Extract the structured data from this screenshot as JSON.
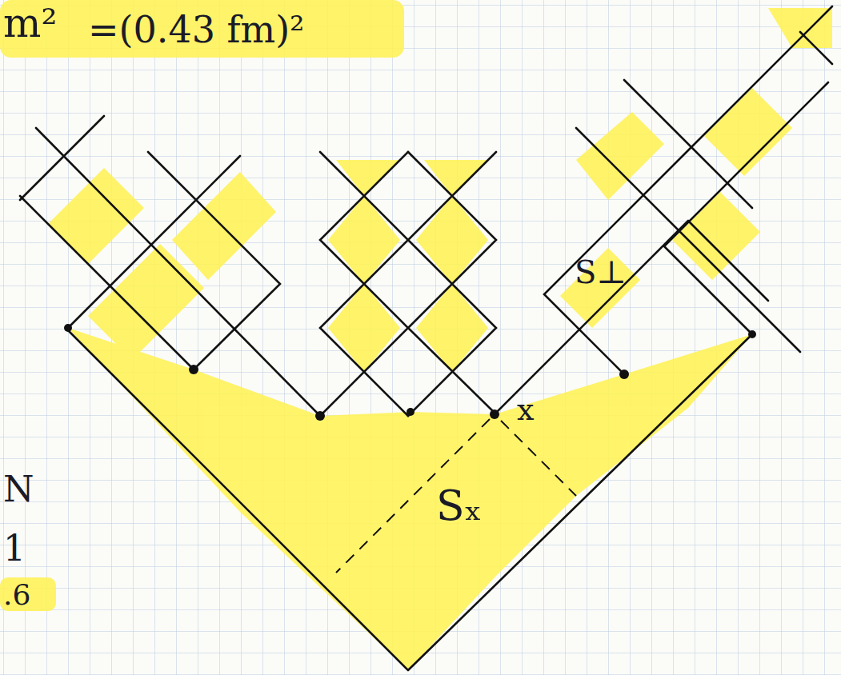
{
  "diagram": {
    "labels": [
      "m²",
      "=(0.43 fm)²",
      "N",
      "1",
      ".6",
      "S⊥",
      "x",
      "Sₓ"
    ]
  }
}
